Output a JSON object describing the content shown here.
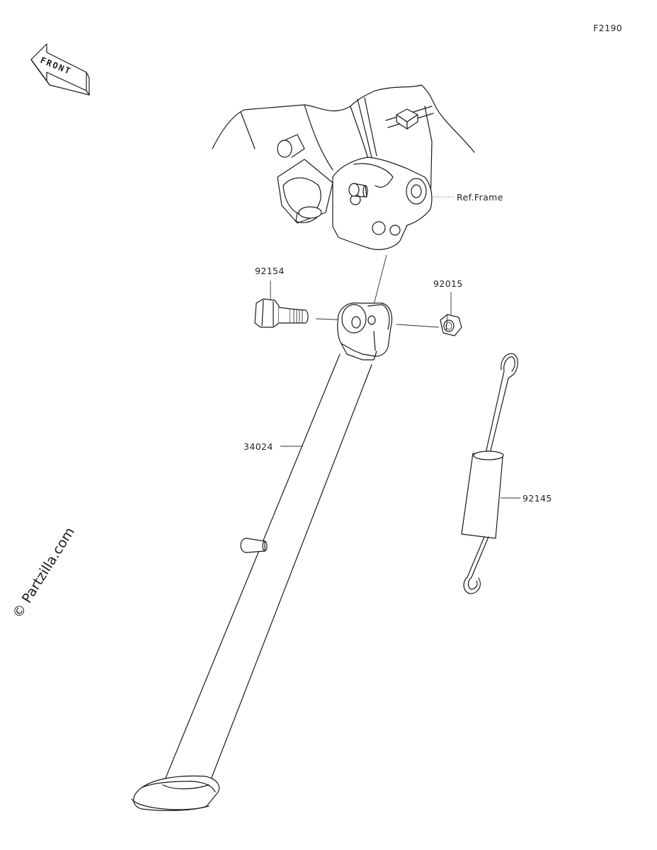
{
  "figure_code": "F2190",
  "front_indicator": "FRONT",
  "reference_label": "Ref.Frame",
  "parts": [
    {
      "number": "92154"
    },
    {
      "number": "92015"
    },
    {
      "number": "34024"
    },
    {
      "number": "92145"
    }
  ],
  "watermark": "© Partzilla.com"
}
